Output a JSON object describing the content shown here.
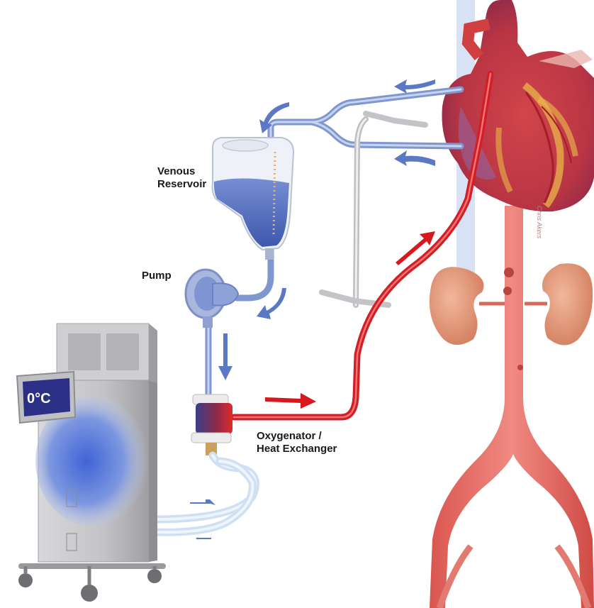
{
  "labels": {
    "venous_reservoir": [
      "Venous",
      "Reservoir"
    ],
    "pump": "Pump",
    "oxygenator": [
      "Oxygenator /",
      "Heat Exchanger"
    ]
  },
  "cooler_display": "0°C",
  "signature": "Chris Akers",
  "colors": {
    "venous_blue": "#6f87c8",
    "arterial_red": "#d81f26",
    "aorta": "#e4706a",
    "reservoir_blood": "#4f6cc0",
    "machine_gray": "#c9c9cc",
    "arrow_blue": "#5b78c4",
    "arrow_red": "#d7191f"
  },
  "icons": [
    "flow-arrow-icon",
    "heart-icon",
    "kidney-icon"
  ]
}
